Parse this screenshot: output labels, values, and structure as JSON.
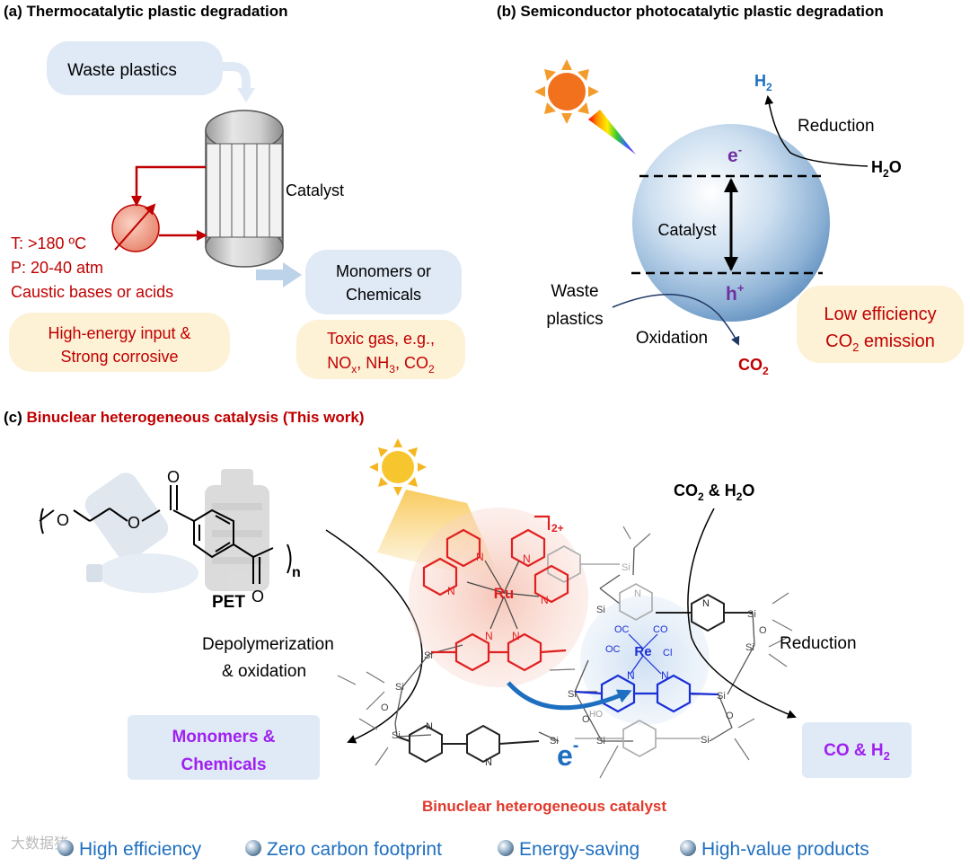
{
  "panel_a": {
    "title": "(a) Thermocatalytic plastic degradation",
    "waste_plastics": "Waste plastics",
    "catalyst": "Catalyst",
    "conditions": [
      "T: >180 ºC",
      "P: 20-40 atm",
      "Caustic bases or acids"
    ],
    "drawback": [
      "High-energy input &",
      "Strong corrosive"
    ],
    "products": [
      "Monomers or",
      "Chemicals"
    ],
    "toxic_line1": "Toxic gas, e.g.,",
    "toxic_nox": "NO",
    "toxic_nox_sub": "x",
    "toxic_nh3": ", NH",
    "toxic_nh3_sub": "3",
    "toxic_co2": ", CO",
    "toxic_co2_sub": "2"
  },
  "panel_b": {
    "title": "(b) Semiconductor photocatalytic plastic degradation",
    "h2": "H",
    "h2_sub": "2",
    "reduction": "Reduction",
    "electron": "e",
    "electron_sup": "-",
    "h2o": "H",
    "h2o_sub": "2",
    "h2o_tail": "O",
    "catalyst": "Catalyst",
    "hole": "h",
    "hole_sup": "+",
    "waste_plastics": [
      "Waste",
      "plastics"
    ],
    "oxidation": "Oxidation",
    "co2": "CO",
    "co2_sub": "2",
    "drawback_line1": "Low efficiency",
    "drawback_line2": "CO",
    "drawback_line2_sub": "2",
    "drawback_line2_tail": " emission"
  },
  "panel_c": {
    "title_prefix": "(c) ",
    "title": "Binuclear heterogeneous catalysis (This work)",
    "pet": "PET",
    "n": "n",
    "depoly": [
      "Depolymerization",
      "& oxidation"
    ],
    "monomers": [
      "Monomers &",
      "Chemicals"
    ],
    "co2_h2o": "CO",
    "co2_h2o_sub": "2",
    "co2_h2o_tail": " & H",
    "co2_h2o_sub2": "2",
    "co2_h2o_tail2": "O",
    "reduction": "Reduction",
    "co_h2": "CO & H",
    "co_h2_sub": "2",
    "electron": "e",
    "electron_sup": "-",
    "charge": "2+",
    "ru": "Ru",
    "re": "Re",
    "cl": "Cl",
    "oc": "OC",
    "co": "CO",
    "n_atom": "N",
    "si": "Si",
    "o": "O",
    "ho": "HO",
    "catalyst_label": "Binuclear heterogeneous catalyst"
  },
  "bottom": {
    "watermark": "大数据猪",
    "features": [
      "High efficiency",
      "Zero carbon footprint",
      "Energy-saving",
      "High-value products"
    ]
  },
  "colors": {
    "red": "#c00000",
    "blue_text": "#1f6fc0",
    "purple": "#7030a0",
    "magenta": "#a020f0",
    "light_blue_box": "#dfeaf6",
    "light_yellow_box": "#fdf1d6"
  }
}
